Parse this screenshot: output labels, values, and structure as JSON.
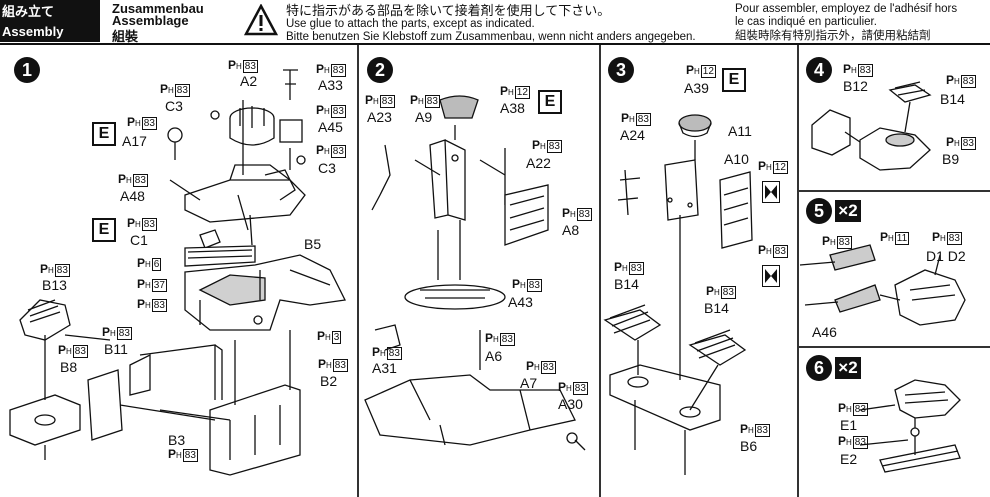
{
  "header": {
    "jp": "組み立て",
    "en": "Assembly",
    "de": "Zusammenbau",
    "fr": "Assemblage",
    "zh": "組裝",
    "warning_icon": "warning-triangle-icon",
    "warn_jp": "特に指示がある部品を除いて接着剤を使用して下さい。",
    "warn_en": "Use glue to attach the parts, except as indicated.",
    "warn_de": "Bitte benutzen Sie Klebstoff zum Zusammenbau, wenn nicht anders angegeben.",
    "warn_fr1": "Pour assembler, employez de l'adhésif hors",
    "warn_fr2": "le cas indiqué en particulier.",
    "warn_zh": "組裝時除有特別指示外，請使用粘結劑"
  },
  "steps": [
    {
      "num": "1"
    },
    {
      "num": "2"
    },
    {
      "num": "3"
    },
    {
      "num": "4"
    },
    {
      "num": "5",
      "mult": "×2"
    },
    {
      "num": "6",
      "mult": "×2"
    }
  ],
  "labels": {
    "p": "P",
    "h": "H",
    "e": "E",
    "s1": {
      "a2": "A2",
      "a33": "A33",
      "c3a": "C3",
      "a45": "A45",
      "a17": "A17",
      "c3b": "C3",
      "a48": "A48",
      "c1": "C1",
      "b5": "B5",
      "b13": "B13",
      "b11": "B11",
      "b8": "B8",
      "b3": "B3",
      "b2": "B2",
      "n83": "83",
      "n6": "6",
      "n37": "37",
      "n3": "3"
    },
    "s2": {
      "a23": "A23",
      "a9": "A9",
      "a38": "A38",
      "a22": "A22",
      "a8": "A8",
      "a43": "A43",
      "a31": "A31",
      "a6": "A6",
      "a7": "A7",
      "a30": "A30",
      "n12": "12"
    },
    "s3": {
      "a39": "A39",
      "a24": "A24",
      "a11": "A11",
      "a10": "A10",
      "b14a": "B14",
      "b14b": "B14",
      "b6": "B6"
    },
    "s4": {
      "b12": "B12",
      "b14": "B14",
      "b9": "B9"
    },
    "s5": {
      "d": "D1 D2",
      "a46": "A46",
      "n11": "11"
    },
    "s6": {
      "e1": "E1",
      "e2": "E2"
    }
  }
}
